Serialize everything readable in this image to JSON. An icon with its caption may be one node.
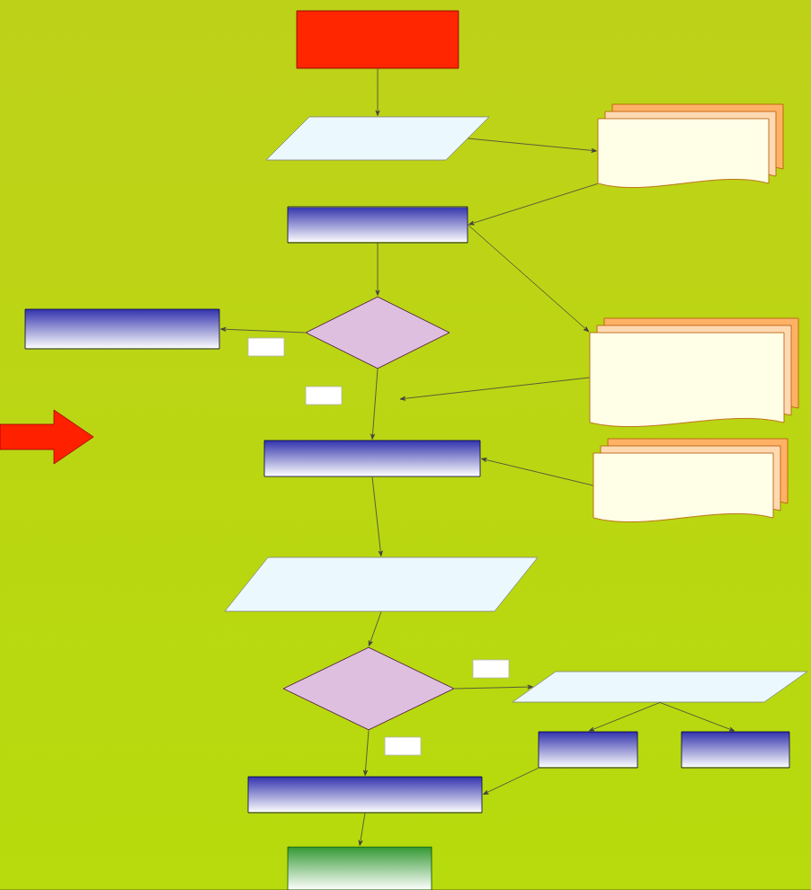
{
  "diagram": {
    "nodes": [
      {
        "text": [],
        "shape": "box"
      },
      {
        "text": [],
        "shape": "parallelogram"
      },
      {
        "text": [],
        "shape": "document"
      },
      {
        "text": [],
        "shape": "box"
      },
      {
        "text": [],
        "shape": "diamond"
      },
      {
        "text": [],
        "shape": "box"
      },
      {
        "text": [],
        "shape": "document"
      },
      {
        "text": [],
        "shape": "box"
      },
      {
        "text": [],
        "shape": "document"
      },
      {
        "text": [],
        "shape": "parallelogram"
      },
      {
        "text": [],
        "shape": "diamond"
      },
      {
        "text": [],
        "shape": "parallelogram"
      },
      {
        "text": [],
        "shape": "box"
      },
      {
        "text": [],
        "shape": "box"
      },
      {
        "text": [],
        "shape": "box"
      },
      {
        "text": [],
        "shape": "box"
      }
    ],
    "edges": [
      {
        "from": 0,
        "to": 1,
        "arrow": "to"
      },
      {
        "from": 1,
        "to": 2,
        "arrow": "to"
      },
      {
        "from": 2,
        "to": 3,
        "arrow": "to"
      },
      {
        "from": 3,
        "to": 4,
        "arrow": "to"
      },
      {
        "from": 3,
        "to": 6,
        "arrow": "to"
      },
      {
        "from": 4,
        "to": 5,
        "arrow": "to"
      },
      {
        "from": 4,
        "to": 7,
        "arrow": "to"
      },
      {
        "from": 6,
        "to": null,
        "arrow": "to"
      },
      {
        "from": 8,
        "to": 7,
        "arrow": "to"
      },
      {
        "from": 7,
        "to": 9,
        "arrow": "to"
      },
      {
        "from": 9,
        "to": 10,
        "arrow": "to"
      },
      {
        "from": 10,
        "to": 11,
        "arrow": "to"
      },
      {
        "from": 11,
        "to": 12,
        "arrow": "to"
      },
      {
        "from": 11,
        "to": 13,
        "arrow": "to"
      },
      {
        "from": 10,
        "to": 14,
        "arrow": "to"
      },
      {
        "from": 12,
        "to": 14,
        "arrow": "to"
      },
      {
        "from": 14,
        "to": 15,
        "arrow": "to"
      }
    ]
  }
}
